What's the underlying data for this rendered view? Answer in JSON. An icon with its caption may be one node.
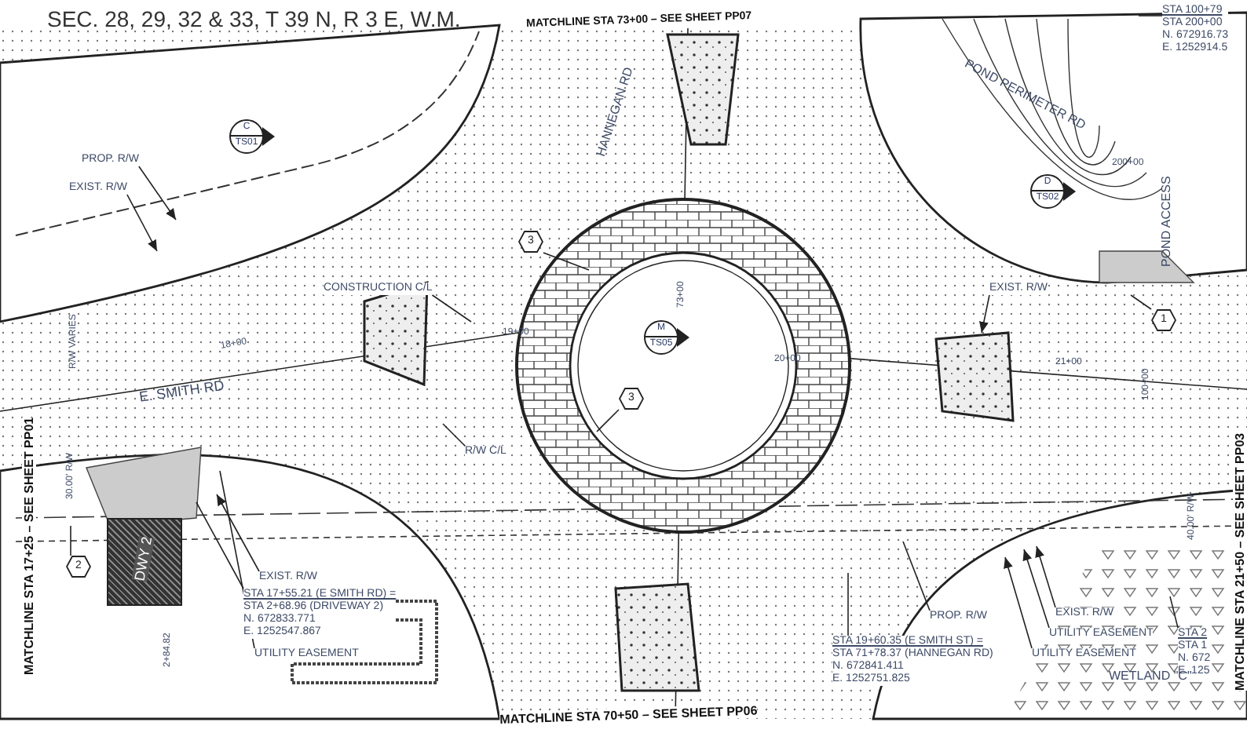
{
  "diagram": {
    "title": "SEC. 28, 29, 32 & 33, T 39 N, R 3 E, W.M.",
    "nodes": [
      {
        "text": [
          "PROP. R/W"
        ]
      },
      {
        "text": [
          "EXIST. R/W"
        ]
      },
      {
        "text": [
          "C",
          "TS01"
        ]
      },
      {
        "text": [
          "3"
        ]
      },
      {
        "text": [
          "CONSTRUCTION C/L"
        ]
      },
      {
        "text": [
          "R/W C/L"
        ]
      },
      {
        "text": [
          "M",
          "TS05"
        ]
      },
      {
        "text": [
          "3"
        ]
      },
      {
        "text": [
          "D",
          "TS02"
        ]
      },
      {
        "text": [
          "EXIST. R/W"
        ]
      },
      {
        "text": [
          "1"
        ]
      },
      {
        "text": [
          "2"
        ]
      },
      {
        "text": [
          "EXIST. R/W"
        ]
      },
      {
        "text": [
          "STA 17+55.21 (E SMITH RD) =",
          "STA 2+68.96 (DRIVEWAY 2)",
          "N. 672833.771",
          "E. 1252547.867"
        ]
      },
      {
        "text": [
          "UTILITY EASEMENT"
        ]
      },
      {
        "text": [
          "PROP. R/W"
        ]
      },
      {
        "text": [
          "EXIST. R/W"
        ]
      },
      {
        "text": [
          "UTILITY EASEMENT"
        ]
      },
      {
        "text": [
          "UTILITY EASEMENT"
        ]
      },
      {
        "text": [
          "STA 19+60.35 (E SMITH ST) =",
          "STA 71+78.37 (HANNEGAN RD)",
          "N. 672841.411",
          "E. 1252751.825"
        ]
      },
      {
        "text": [
          "STA 100+79",
          "STA 200+00",
          "N. 672916.73",
          "E. 1252914.5"
        ]
      },
      {
        "text": [
          "STA 2",
          "STA 1",
          "N. 672",
          "E. 125"
        ]
      },
      {
        "text": [
          "DWY 2"
        ]
      }
    ],
    "edges": [
      {
        "from": 0,
        "to": null,
        "arrow": "to"
      },
      {
        "from": 1,
        "to": null,
        "arrow": "to"
      },
      {
        "from": 3,
        "to": null,
        "arrow": "none"
      },
      {
        "from": 4,
        "to": null,
        "arrow": "none"
      },
      {
        "from": 5,
        "to": null,
        "arrow": "none"
      },
      {
        "from": 7,
        "to": null,
        "arrow": "none"
      },
      {
        "from": 9,
        "to": null,
        "arrow": "to"
      },
      {
        "from": 10,
        "to": null,
        "arrow": "none"
      },
      {
        "from": 11,
        "to": null,
        "arrow": "none"
      },
      {
        "from": 12,
        "to": null,
        "arrow": "to"
      },
      {
        "from": 13,
        "to": null,
        "arrow": "none"
      },
      {
        "from": 14,
        "to": null,
        "arrow": "none"
      },
      {
        "from": 15,
        "to": null,
        "arrow": "none"
      },
      {
        "from": 16,
        "to": null,
        "arrow": "to"
      },
      {
        "from": 17,
        "to": null,
        "arrow": "to"
      },
      {
        "from": 18,
        "to": null,
        "arrow": "to"
      },
      {
        "from": 19,
        "to": null,
        "arrow": "none"
      },
      {
        "from": 20,
        "to": null,
        "arrow": "none"
      },
      {
        "from": 21,
        "to": null,
        "arrow": "none"
      }
    ],
    "labels": [
      "MATCHLINE STA 73+00 – SEE SHEET PP07",
      "MATCHLINE STA 17+25 – SEE SHEET PP01",
      "MATCHLINE STA 21+50 – SEE SHEET PP03",
      "MATCHLINE STA 70+50 – SEE SHEET PP06",
      "HANNEGAN RD",
      "POND PERIMETER RD",
      "POND ACCESS",
      "E. SMITH RD",
      "WETLAND \"C\"",
      "18+00",
      "19+00",
      "20+00",
      "21+00",
      "100+00",
      "200+00",
      "R/W VARIES",
      "30.00' R/W",
      "40.00' R/W",
      "2+84.82",
      "73+00"
    ]
  }
}
